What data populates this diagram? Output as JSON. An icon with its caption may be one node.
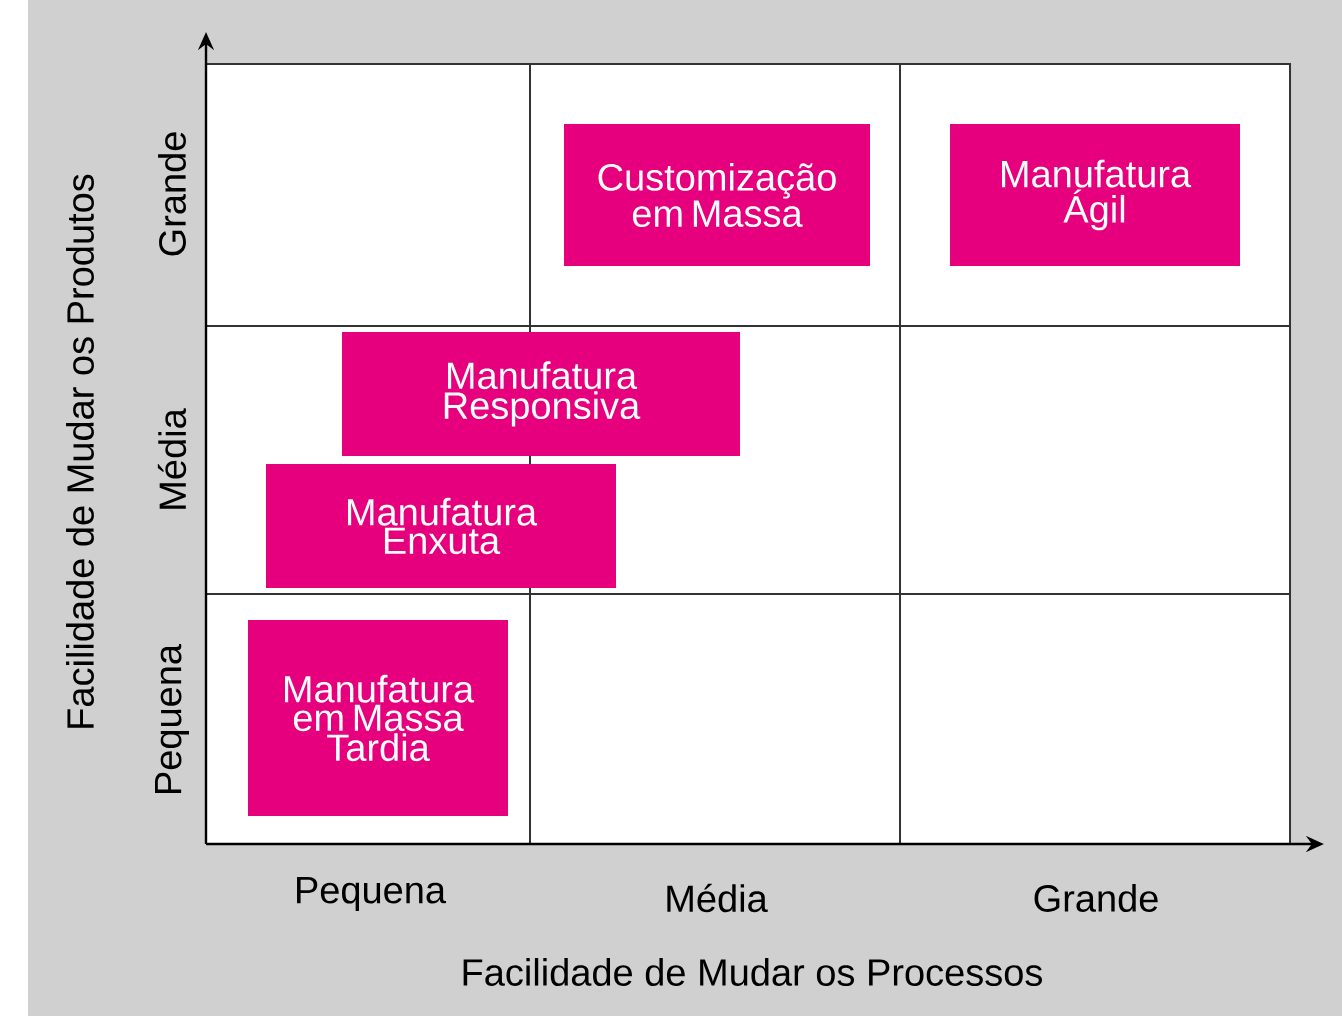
{
  "diagram": {
    "nodes": [
      {
        "text": [
          "Customização em Massa"
        ]
      },
      {
        "text": [
          "Manufatura Ágil"
        ]
      },
      {
        "text": [
          "Manufatura Responsiva"
        ]
      },
      {
        "text": [
          "Manufatura Enxuta"
        ]
      },
      {
        "text": [
          "Manufatura em Massa Tardia"
        ]
      }
    ],
    "labels": [
      "Grande",
      "Média",
      "Pequena",
      "Facilidade de Mudar os Produtos",
      "Pequena",
      "Média",
      "Grande",
      "Facilidade de Mudar os Processos"
    ]
  }
}
